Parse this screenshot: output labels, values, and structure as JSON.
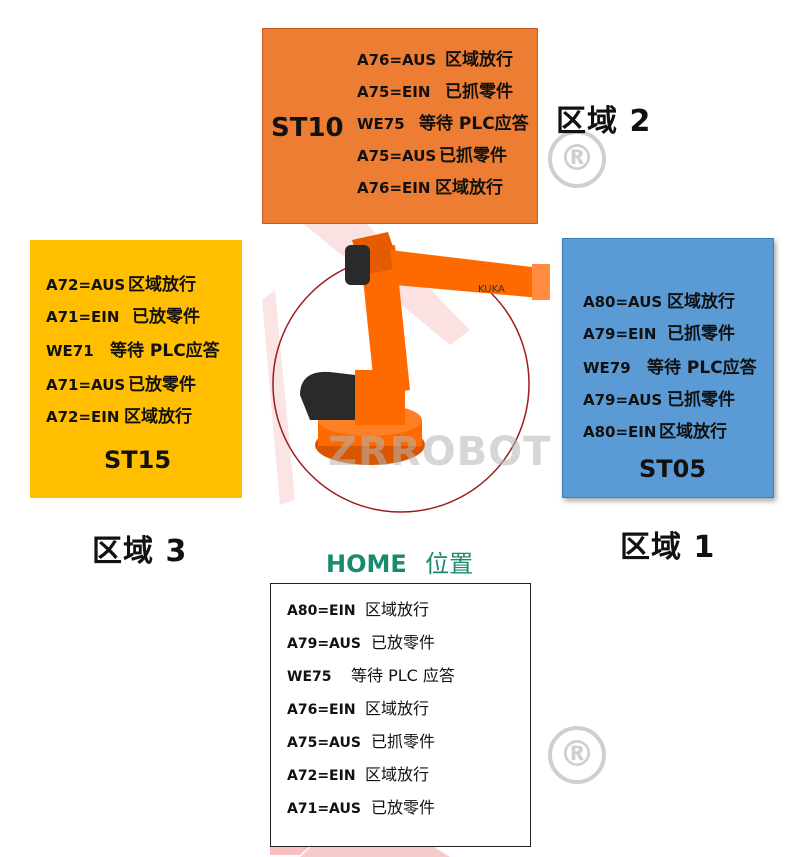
{
  "colors": {
    "st10": "#ec7d32",
    "st15": "#ffbf00",
    "st05": "#5b9bd5",
    "home_word": "#1a8a6e",
    "robot": "#ff6a00",
    "circle": "#9b1c1c",
    "watermark_red": "#f4b6b6"
  },
  "zones": {
    "zone2": "区域 2",
    "zone3": "区域 3",
    "zone1": "区域 1"
  },
  "st10": {
    "title": "ST10",
    "lines": [
      {
        "code": "A76=AUS",
        "text": "区域放行"
      },
      {
        "code": "A75=EIN",
        "text": "已抓零件"
      },
      {
        "code": "WE75",
        "text": "等待 PLC应答"
      },
      {
        "code": "A75=AUS",
        "text": "已抓零件"
      },
      {
        "code": "A76=EIN",
        "text": "区域放行"
      }
    ]
  },
  "st15": {
    "title": "ST15",
    "lines": [
      {
        "code": "A72=AUS",
        "text": "区域放行"
      },
      {
        "code": "A71=EIN",
        "text": "已放零件"
      },
      {
        "code": "WE71",
        "text": "等待 PLC应答"
      },
      {
        "code": "A71=AUS",
        "text": "已放零件"
      },
      {
        "code": "A72=EIN",
        "text": "区域放行"
      }
    ]
  },
  "st05": {
    "title": "ST05",
    "lines": [
      {
        "code": "A80=AUS",
        "text": "区域放行"
      },
      {
        "code": "A79=EIN",
        "text": "已抓零件"
      },
      {
        "code": "WE79",
        "text": "等待 PLC应答"
      },
      {
        "code": "A79=AUS",
        "text": "已抓零件"
      },
      {
        "code": "A80=EIN",
        "text": "区域放行"
      }
    ]
  },
  "home": {
    "word": "HOME",
    "suffix": "位置",
    "lines": [
      {
        "code": "A80=EIN",
        "text": "区域放行"
      },
      {
        "code": "A79=AUS",
        "text": "已放零件"
      },
      {
        "code": "WE75",
        "text": "等待 PLC 应答"
      },
      {
        "code": "A76=EIN",
        "text": "区域放行"
      },
      {
        "code": "A75=AUS",
        "text": "已抓零件"
      },
      {
        "code": "A72=EIN",
        "text": "区域放行"
      },
      {
        "code": "A71=AUS",
        "text": "已放零件"
      }
    ]
  },
  "robot": {
    "brand": "KUKA",
    "watermark": "ZRROBOT"
  },
  "registered_mark": "®"
}
